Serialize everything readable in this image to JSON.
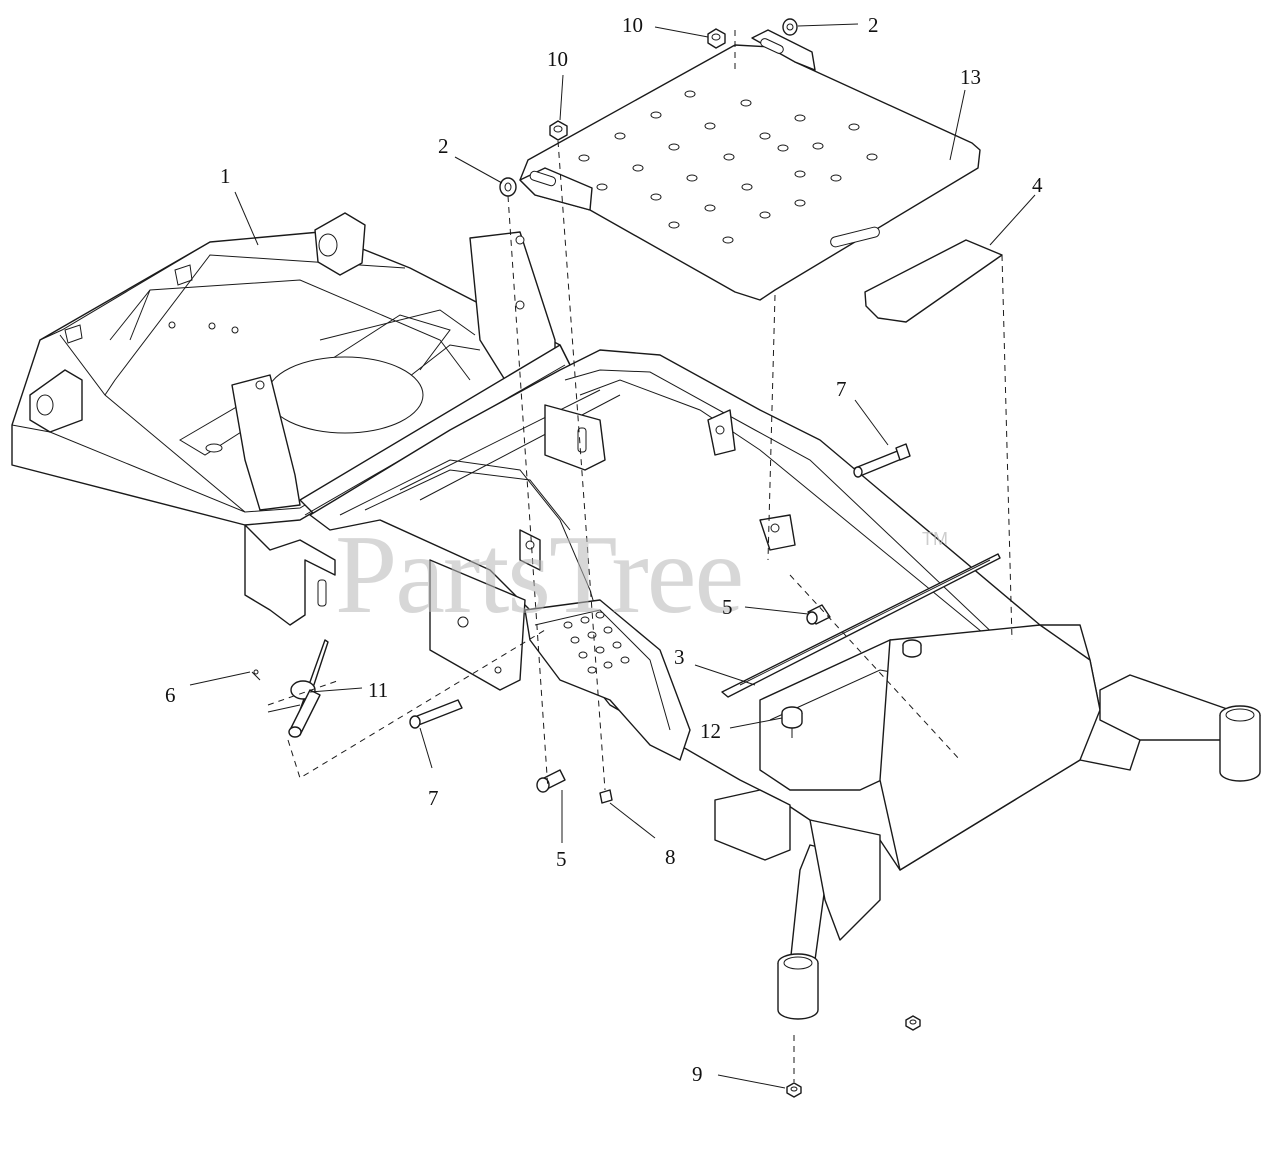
{
  "watermark": {
    "text": "PartsTree",
    "trademark": "TM"
  },
  "callouts": {
    "c1": "1",
    "c2a": "2",
    "c2b": "2",
    "c3": "3",
    "c4": "4",
    "c5a": "5",
    "c5b": "5",
    "c6": "6",
    "c7a": "7",
    "c7b": "7",
    "c8": "8",
    "c9": "9",
    "c10a": "10",
    "c10b": "10",
    "c11": "11",
    "c12": "12",
    "c13": "13"
  }
}
